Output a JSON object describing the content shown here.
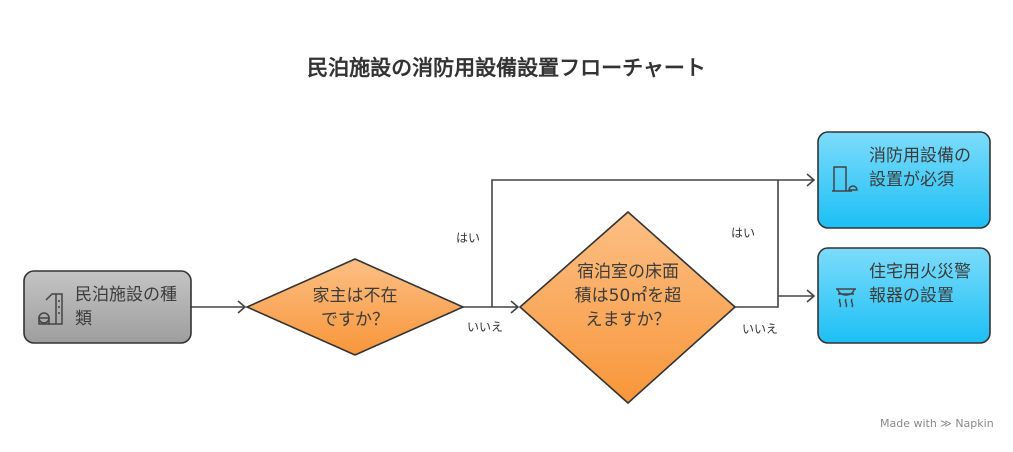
{
  "title": "民泊施設の消防用設備設置フローチャート",
  "nodes": {
    "start": "民泊施設の種類",
    "q1": "家主は不在ですか？",
    "q2": "宿泊室の床面積は50㎡を超えますか？",
    "r1": "消防用設備の設置が必須",
    "r2": "住宅用火災警報器の設置"
  },
  "edges": {
    "q1_yes": "はい",
    "q1_no": "いいえ",
    "q2_yes": "はい",
    "q2_no": "いいえ"
  },
  "footer": "Made with ≫ Napkin",
  "colors": {
    "gray": "#a8a8a8",
    "orange": "#f9a04c",
    "blue": "#2ec6f7"
  }
}
